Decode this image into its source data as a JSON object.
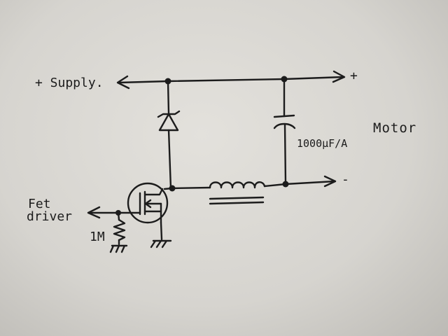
{
  "labels": {
    "supply": "+ Supply.",
    "plus": "+",
    "minus": "-",
    "motor": "Motor",
    "capacitor": "1000µF/A",
    "fet_line1": "Fet",
    "fet_line2": "driver",
    "resistor": "1M"
  },
  "colors": {
    "ink": "#1c1c1c",
    "paper": "#dcdad5"
  }
}
